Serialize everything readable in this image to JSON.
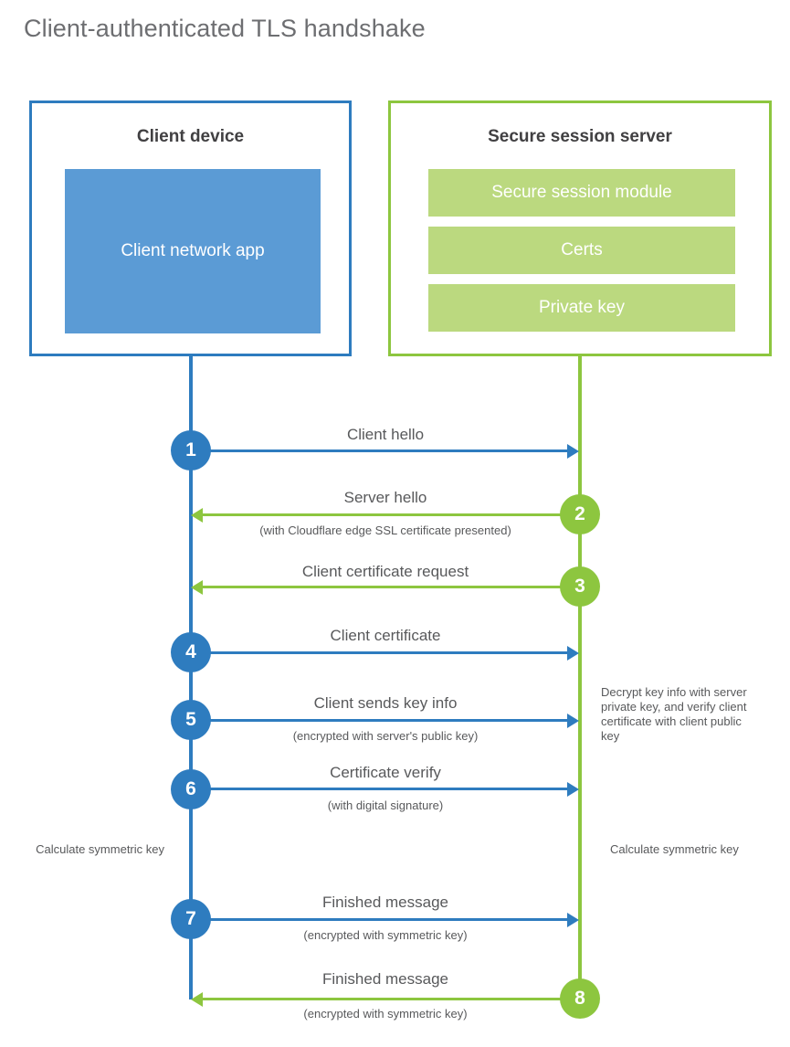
{
  "title": "Client-authenticated TLS handshake",
  "colors": {
    "blue_line": "#2E7CBF",
    "green_line": "#8DC63F",
    "client_app_fill": "#5B9BD5",
    "server_module_fill": "#BBD97F",
    "text": "#58595b",
    "heading": "#414042",
    "title": "#6d6e71"
  },
  "parties": {
    "client": {
      "title": "Client device",
      "app_label": "Client network app"
    },
    "server": {
      "title": "Secure session server",
      "modules": [
        "Secure session module",
        "Certs",
        "Private key"
      ]
    }
  },
  "steps": [
    {
      "number": "1",
      "label": "Client hello",
      "sub": "",
      "direction": "client-to-server",
      "color": "blue"
    },
    {
      "number": "2",
      "label": "Server hello",
      "sub": "(with Cloudflare edge SSL certificate presented)",
      "direction": "server-to-client",
      "color": "green"
    },
    {
      "number": "3",
      "label": "Client certificate request",
      "sub": "",
      "direction": "server-to-client",
      "color": "green"
    },
    {
      "number": "4",
      "label": "Client certificate",
      "sub": "",
      "direction": "client-to-server",
      "color": "blue"
    },
    {
      "number": "5",
      "label": "Client sends key info",
      "sub": "(encrypted with server's public key)",
      "direction": "client-to-server",
      "color": "blue"
    },
    {
      "number": "6",
      "label": "Certificate verify",
      "sub": "(with digital signature)",
      "direction": "client-to-server",
      "color": "blue"
    },
    {
      "number": "7",
      "label": "Finished message",
      "sub": "(encrypted with symmetric key)",
      "direction": "client-to-server",
      "color": "blue"
    },
    {
      "number": "8",
      "label": "Finished message",
      "sub": "(encrypted with symmetric key)",
      "direction": "server-to-client",
      "color": "green"
    }
  ],
  "notes": {
    "server_decrypt": "Decrypt key info with server private key, and verify client certificate with client public key",
    "client_calculate": "Calculate symmetric key",
    "server_calculate": "Calculate symmetric key"
  }
}
